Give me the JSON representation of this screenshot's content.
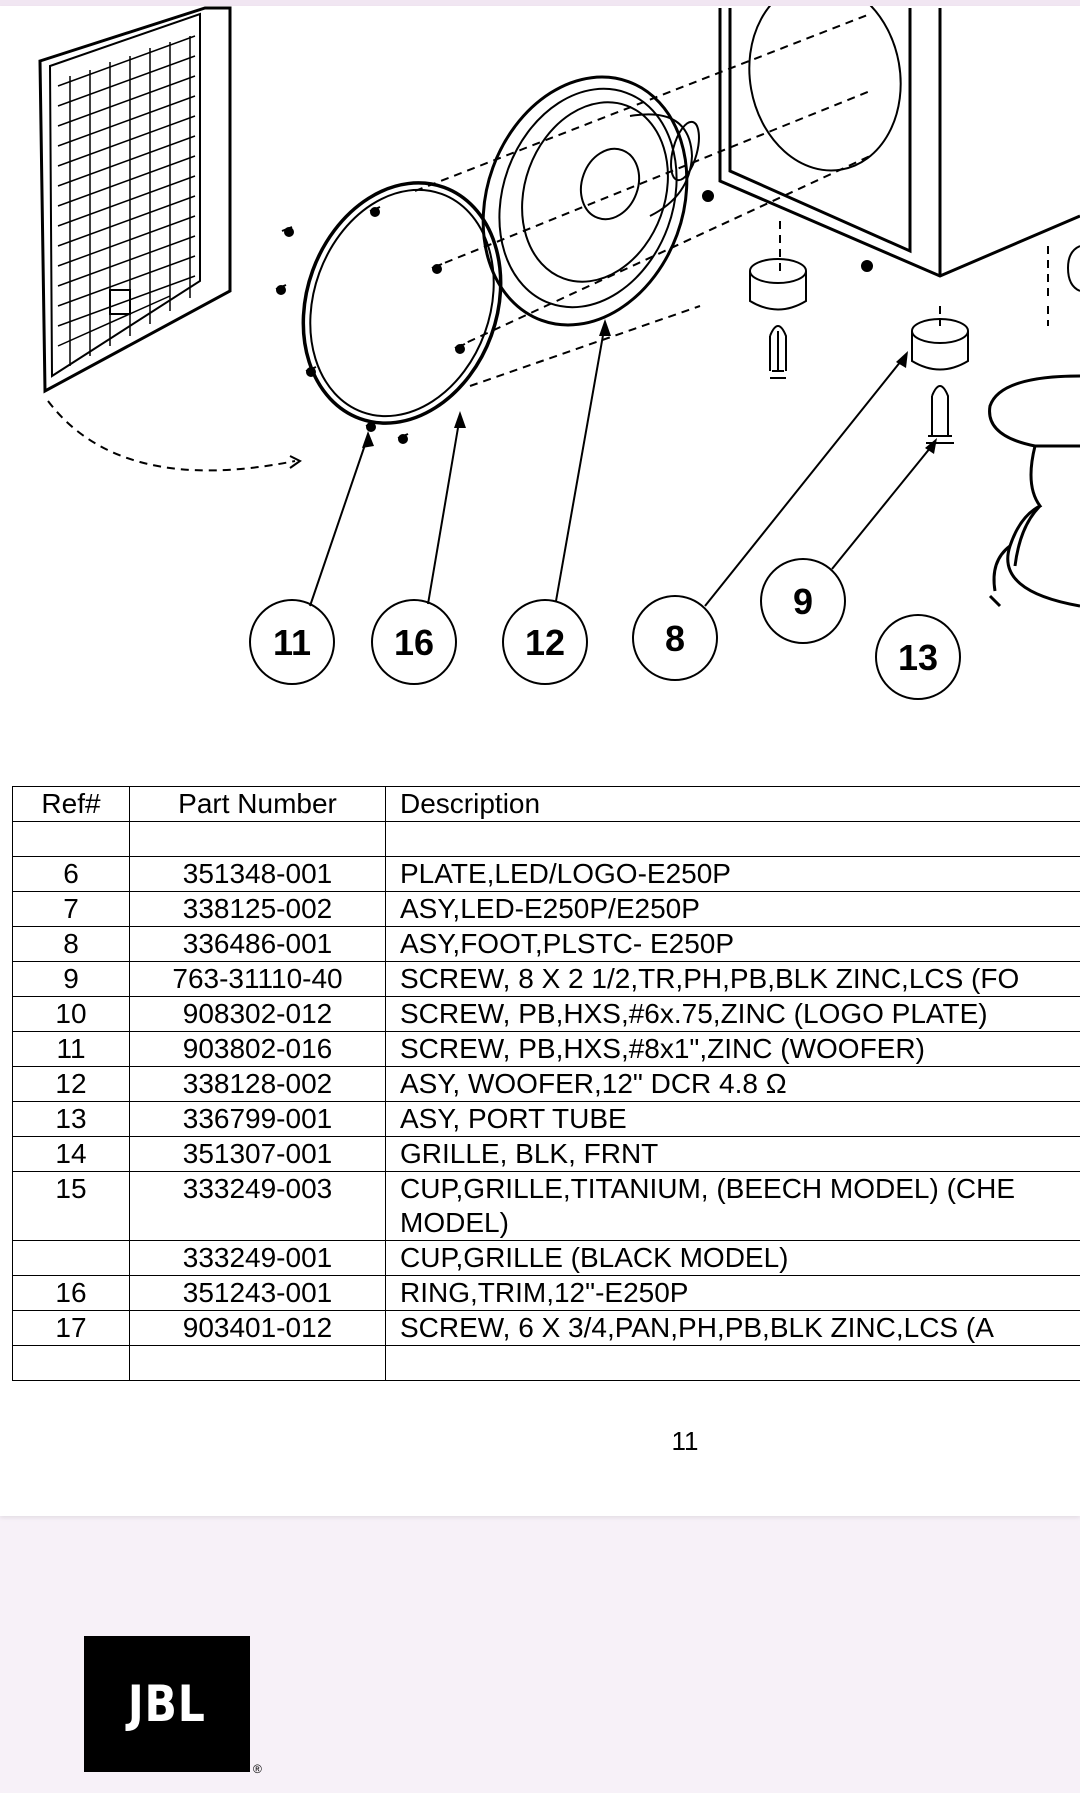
{
  "diagram": {
    "callouts": [
      "11",
      "16",
      "12",
      "8",
      "9",
      "13"
    ]
  },
  "table": {
    "headers": {
      "ref": "Ref#",
      "part_number": "Part Number",
      "description": "Description"
    },
    "rows": [
      {
        "ref": "",
        "part_number": "",
        "description": ""
      },
      {
        "ref": "6",
        "part_number": "351348-001",
        "description": "PLATE,LED/LOGO-E250P"
      },
      {
        "ref": "7",
        "part_number": "338125-002",
        "description": "ASY,LED-E250P/E250P"
      },
      {
        "ref": "8",
        "part_number": "336486-001",
        "description": "ASY,FOOT,PLSTC- E250P"
      },
      {
        "ref": "9",
        "part_number": "763-31110-40",
        "description": "SCREW, 8 X 2 1/2,TR,PH,PB,BLK ZINC,LCS  (FO"
      },
      {
        "ref": "10",
        "part_number": "908302-012",
        "description": "SCREW, PB,HXS,#6x.75,ZINC      (LOGO PLATE)"
      },
      {
        "ref": "11",
        "part_number": "903802-016",
        "description": "SCREW, PB,HXS,#8x1\",ZINC       (WOOFER)"
      },
      {
        "ref": "12",
        "part_number": "338128-002",
        "description": "ASY, WOOFER,12\"           DCR 4.8 Ω"
      },
      {
        "ref": "13",
        "part_number": "336799-001",
        "description": "ASY, PORT TUBE"
      },
      {
        "ref": "14",
        "part_number": "351307-001",
        "description": "GRILLE, BLK, FRNT"
      },
      {
        "ref": "15",
        "part_number": "333249-003",
        "description": "CUP,GRILLE,TITANIUM,  (BEECH MODEL) (CHE",
        "description_line2": "MODEL)"
      },
      {
        "ref": "",
        "part_number": "333249-001",
        "description": "CUP,GRILLE (BLACK MODEL)"
      },
      {
        "ref": "16",
        "part_number": "351243-001",
        "description": "RING,TRIM,12\"-E250P"
      },
      {
        "ref": "17",
        "part_number": "903401-012",
        "description": "SCREW, 6 X 3/4,PAN,PH,PB,BLK ZINC,LCS     (A"
      },
      {
        "ref": "",
        "part_number": "",
        "description": ""
      }
    ]
  },
  "footer": {
    "page_number": "11",
    "logo_text": "JBL",
    "registered_mark": "®"
  }
}
